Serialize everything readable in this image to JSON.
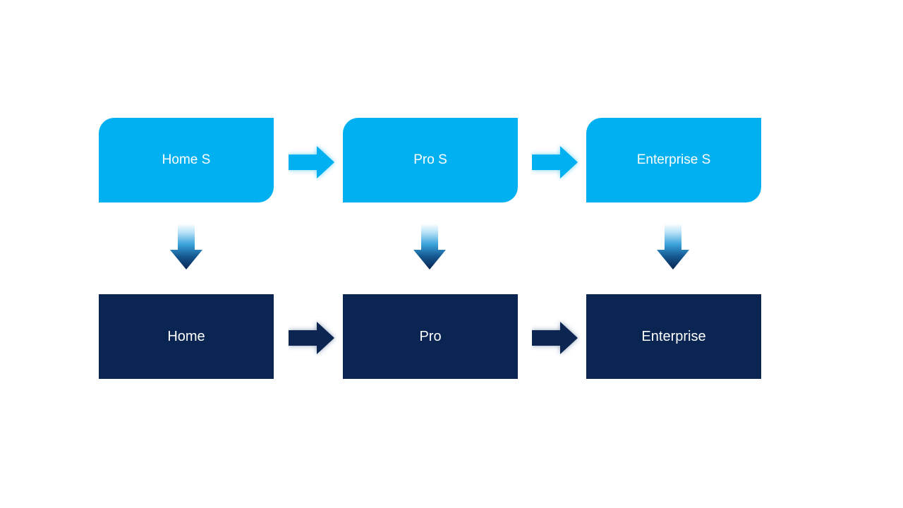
{
  "colors": {
    "light_blue": "#00B0F0",
    "navy": "#0A2551",
    "label_text": "#FFFFFF",
    "grad_top": "#FFFFFF",
    "grad_light": "#BCE4F9",
    "grad_mid": "#3BA3DC",
    "grad_deep": "#14568F",
    "grad_bottom": "#0A2551"
  },
  "diagram": {
    "top_row": [
      {
        "label": "Home S"
      },
      {
        "label": "Pro S"
      },
      {
        "label": "Enterprise S"
      }
    ],
    "bottom_row": [
      {
        "label": "Home"
      },
      {
        "label": "Pro"
      },
      {
        "label": "Enterprise"
      }
    ]
  }
}
